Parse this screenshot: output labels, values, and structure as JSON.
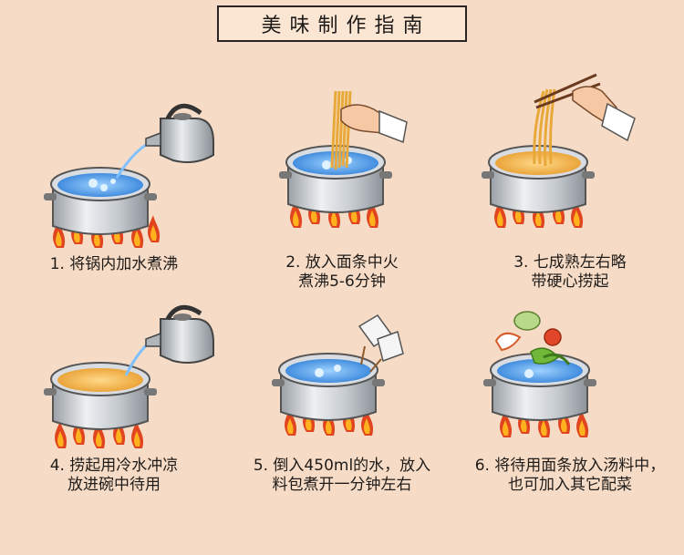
{
  "title": "美味制作指南",
  "steps": [
    {
      "lines": [
        "1. 将锅内加水煮沸"
      ]
    },
    {
      "lines": [
        "2. 放入面条中火",
        "煮沸5-6分钟"
      ]
    },
    {
      "lines": [
        "3. 七成熟左右略",
        "带硬心捞起"
      ]
    },
    {
      "lines": [
        "4. 捞起用冷水冲凉",
        "放进碗中待用"
      ]
    },
    {
      "lines": [
        "5. 倒入450ml的水，放入",
        "料包煮开一分钟左右"
      ]
    },
    {
      "lines": [
        "6. 将待用面条放入汤料中，",
        "也可加入其它配菜"
      ]
    }
  ],
  "colors": {
    "background": "#f6dcc6",
    "water": "#3f95e6",
    "noodle": "#f0b84a",
    "flame": "#e0451f",
    "pot": "#bfc4c9"
  }
}
